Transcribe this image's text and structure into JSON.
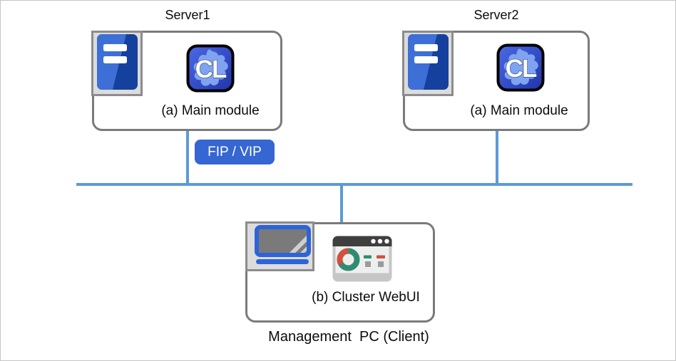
{
  "diagram": {
    "server1": {
      "title": "Server1",
      "module_label": "(a) Main module"
    },
    "server2": {
      "title": "Server2",
      "module_label": "(a) Main module"
    },
    "fip_vip_badge": "FIP / VIP",
    "management_pc": {
      "webui_label": "(b) Cluster WebUI",
      "caption": "Management  PC (Client)"
    },
    "cl_icon_text": "CL"
  },
  "icons": [
    "server-icon",
    "cl-app-icon",
    "laptop-icon",
    "browser-dashboard-icon"
  ],
  "colors": {
    "network_line": "#5B9BD5",
    "badge_blue": "#3566D2",
    "box_border": "#7B7B7B",
    "tile_background": "#DCDCDC",
    "tile_border": "#8C8C8C",
    "server_icon_blue_light": "#3E6FD6",
    "server_icon_blue_dark": "#16409E",
    "cl_icon_blue_light": "#4A6AE4",
    "cl_icon_blue_dark": "#2133AA",
    "cl_icon_blob": "#7FA3F0",
    "laptop_blue": "#2E64D9",
    "browser_teal": "#2F8C72",
    "browser_red": "#D4503E",
    "browser_bar_dark": "#3F3F3F"
  }
}
